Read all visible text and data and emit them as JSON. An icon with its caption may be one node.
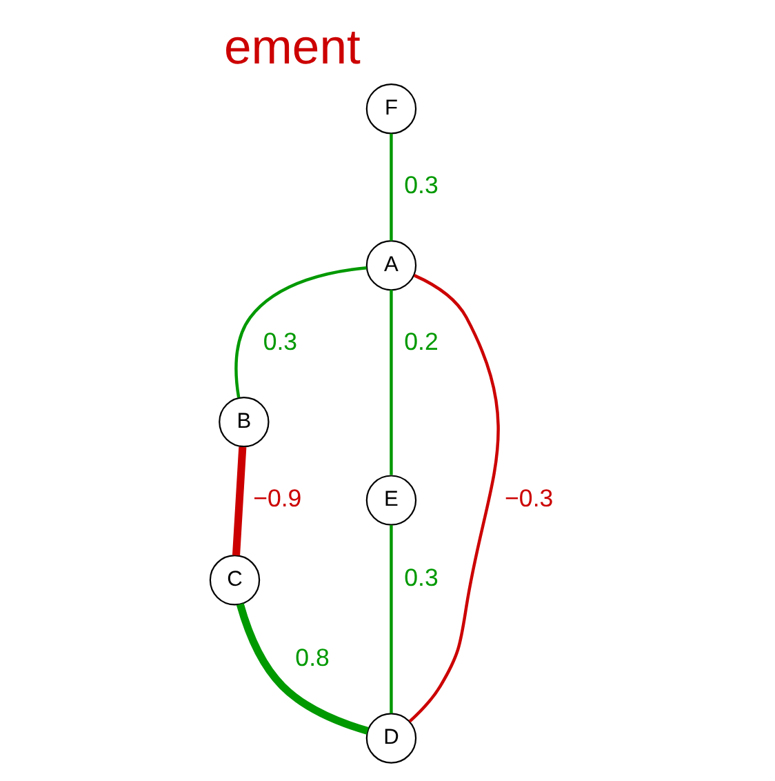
{
  "diagram": {
    "title": "ement",
    "nodes": [
      {
        "text": [
          "F"
        ]
      },
      {
        "text": [
          "A"
        ]
      },
      {
        "text": [
          "B"
        ]
      },
      {
        "text": [
          "C"
        ]
      },
      {
        "text": [
          "E"
        ]
      },
      {
        "text": [
          "D"
        ]
      }
    ],
    "edges": [
      {
        "from": 0,
        "to": 1,
        "arrow": "none",
        "label": "0.3"
      },
      {
        "from": 1,
        "to": 2,
        "arrow": "none",
        "label": "0.3"
      },
      {
        "from": 2,
        "to": 3,
        "arrow": "none",
        "label": "−0.9",
        "style": "thick",
        "color": "#cc0000"
      },
      {
        "from": 1,
        "to": 4,
        "arrow": "none",
        "label": "0.2"
      },
      {
        "from": 1,
        "to": 5,
        "arrow": "none",
        "label": "−0.3",
        "color": "#cc0000"
      },
      {
        "from": 3,
        "to": 5,
        "arrow": "none",
        "label": "0.8",
        "style": "thick"
      },
      {
        "from": 4,
        "to": 5,
        "arrow": "none",
        "label": "0.3"
      }
    ]
  }
}
